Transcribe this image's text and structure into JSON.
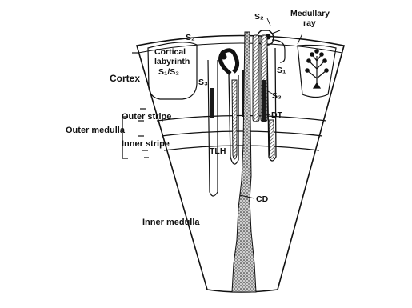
{
  "figure": {
    "zones": {
      "cortex": "Cortex",
      "outer_stripe": "Outer stripe",
      "inner_stripe": "Inner stripe",
      "outer_medulla": "Outer medulla",
      "inner_medulla": "Inner medulla"
    },
    "cortical_labyrinth": {
      "line1": "Cortical",
      "line2": "labyrinth",
      "segment": "S₁/S₂"
    },
    "medullary_ray": {
      "line1": "Medullary",
      "line2": "ray"
    },
    "segments": {
      "s1": "S₁",
      "s2": "S₂",
      "s3": "S₃"
    },
    "structures": {
      "distal_tubule": "DT",
      "thin_limb": "TLH",
      "collecting_duct": "CD"
    }
  },
  "colors": {
    "ink": "#111111",
    "background": "#ffffff",
    "hatch": "#444444",
    "tubule_dark": "#1a1a1a"
  }
}
